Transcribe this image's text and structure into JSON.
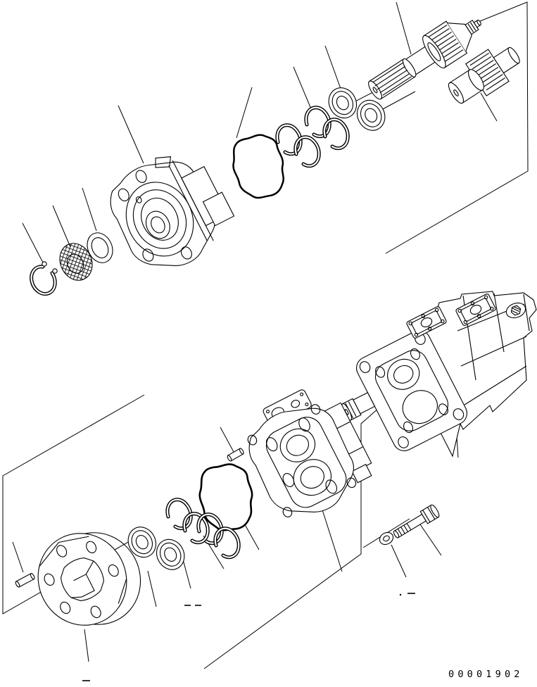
{
  "figure": {
    "drawing_number": "00001902",
    "kind": "exploded-parts-diagram"
  },
  "style": {
    "line_color": "#000000",
    "background_color": "#ffffff"
  },
  "parts": [
    "retaining-ring",
    "oil-seal",
    "o-ring",
    "front-case",
    "front-gasket",
    "snap-ring-pair-a",
    "snap-ring-pair-b",
    "front-seal-plate",
    "drive-gear-shaft",
    "driven-gear-shaft",
    "main-pump-assembly",
    "pump-body",
    "dowel-pin-front",
    "rear-gasket",
    "coupling-flange",
    "rear-seal-plate",
    "snap-ring-pair-c",
    "snap-ring-pair-d",
    "dowel-pin-rear",
    "washer",
    "mounting-bolt"
  ],
  "callouts": {
    "placeholder_dashes": 5
  }
}
